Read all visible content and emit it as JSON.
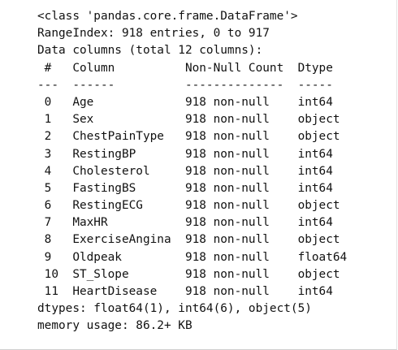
{
  "output": {
    "lines": [
      "<class 'pandas.core.frame.DataFrame'>",
      "RangeIndex: 918 entries, 0 to 917",
      "Data columns (total 12 columns):",
      " #   Column          Non-Null Count  Dtype  ",
      "---  ------          --------------  -----  ",
      " 0   Age             918 non-null    int64  ",
      " 1   Sex             918 non-null    object ",
      " 2   ChestPainType   918 non-null    object ",
      " 3   RestingBP       918 non-null    int64  ",
      " 4   Cholesterol     918 non-null    int64  ",
      " 5   FastingBS       918 non-null    int64  ",
      " 6   RestingECG      918 non-null    object ",
      " 7   MaxHR           918 non-null    int64  ",
      " 8   ExerciseAngina  918 non-null    object ",
      " 9   Oldpeak         918 non-null    float64",
      " 10  ST_Slope        918 non-null    object ",
      " 11  HeartDisease    918 non-null    int64  ",
      "dtypes: float64(1), int64(6), object(5)",
      "memory usage: 86.2+ KB"
    ]
  }
}
